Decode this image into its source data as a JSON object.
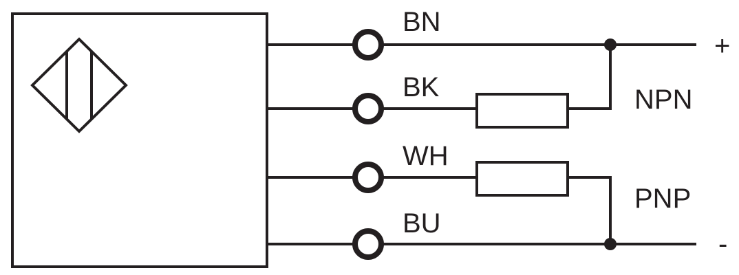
{
  "wires": [
    {
      "id": "bn",
      "label": "BN"
    },
    {
      "id": "bk",
      "label": "BK"
    },
    {
      "id": "wh",
      "label": "WH"
    },
    {
      "id": "bu",
      "label": "BU"
    }
  ],
  "outputs": {
    "npn": "NPN",
    "pnp": "PNP"
  },
  "supply": {
    "positive": "+",
    "negative": "-"
  },
  "colors": {
    "line": "#231f20",
    "background": "#ffffff"
  }
}
